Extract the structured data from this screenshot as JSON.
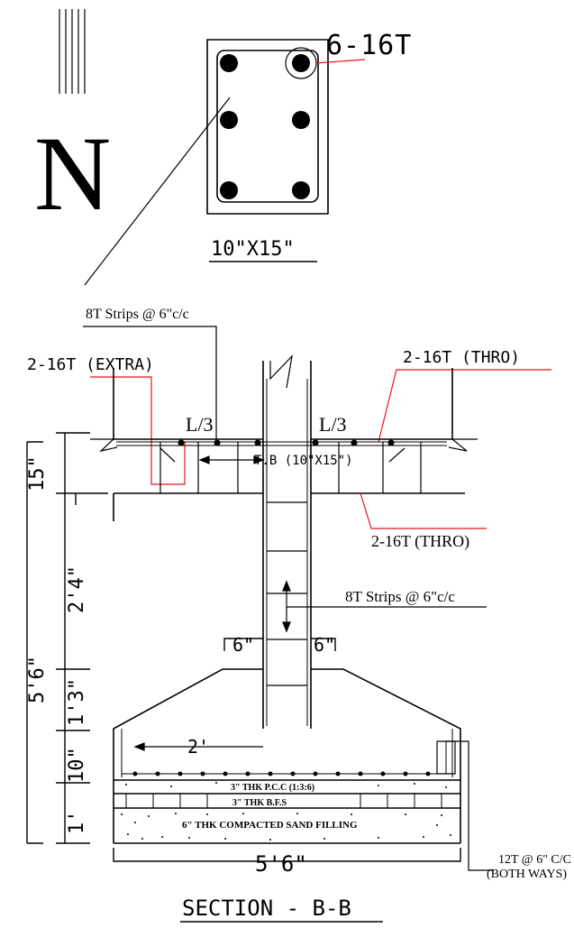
{
  "north": {
    "symbol": "N"
  },
  "column_section": {
    "rebar_label": "6-16T",
    "size_label": "10\"X15\""
  },
  "section": {
    "title": "SECTION - B-B",
    "tie_beam_label": "T.B (10\"X15\")",
    "stirrups_top_label": "8T Strips @ 6\"c/c",
    "stirrups_column_label": "8T Strips @ 6\"c/c",
    "extra_bars_label": "2-16T (EXTRA)",
    "thro_top_label": "2-16T (THRO)",
    "thro_bottom_label": "2-16T (THRO)",
    "span_left": "L/3",
    "span_right": "L/3",
    "offset_left": "6\"",
    "offset_right": "6\"",
    "footing_slope_width": "2'",
    "footing_reinf_label_1": "12T @ 6\" C/C",
    "footing_reinf_label_2": "(BOTH WAYS)",
    "layer_pcc": "3\" THK P.C.C (1:3:6)",
    "layer_bfs": "3\" THK B.F.S",
    "layer_sand": "6\" THK COMPACTED SAND FILLING",
    "footing_width": "5'6\""
  },
  "dimensions": {
    "beam_depth": "15\"",
    "total_depth": "5'6\"",
    "neck_height": "2'4\"",
    "slope_height": "1'3\"",
    "footing_edge": "10\"",
    "base_layers": "1'"
  },
  "colors": {
    "line": "#000000",
    "leader": "#e8131b",
    "background": "#ffffff"
  }
}
